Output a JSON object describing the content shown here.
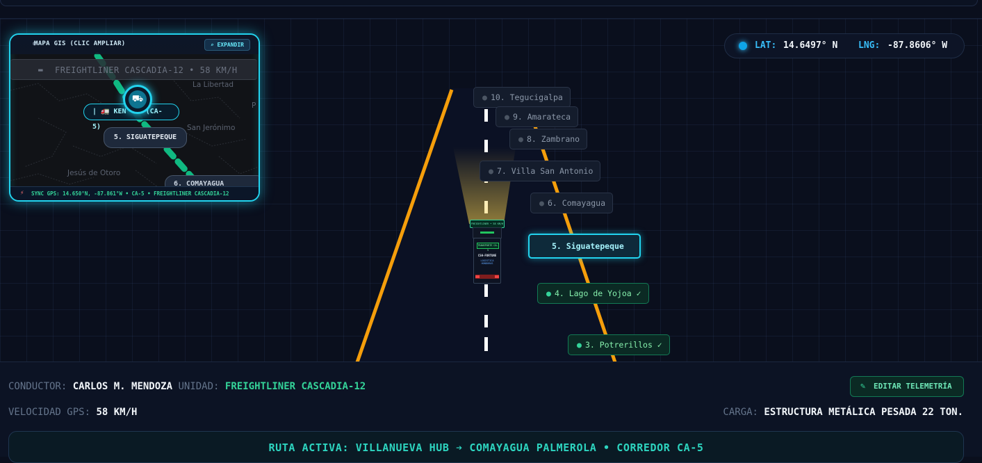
{
  "minimap": {
    "title": "MAPA GIS (CLIC AMPLIAR)",
    "title_icon": "globe-icon",
    "expand_label": "EXPANDIR",
    "expand_icon": "search-icon",
    "unit_banner": "FREIGHTLINER CASCADIA-12 • 58 KM/H",
    "unit_banner_icon": "truck-icon",
    "places": [
      "La Libertad",
      "San Jerónimo",
      "Jesús de Otoro",
      "P"
    ],
    "truck_chip": "| 🚛 KEN",
    "truck_chip_tail": "(CA-5)",
    "siguatepeque_chip": "5. SIGUATEPEQUE",
    "comayagua_chip": "6. COMAYAGUA",
    "footer": "SYNC GPS: 14.650°N, -87.861°W • CA-5 • FREIGHTLINER CASCADIA-12",
    "footer_icon": "bolt-icon",
    "route_color": "#10b981",
    "border_color": "#22d3ee"
  },
  "coords": {
    "lat_label": "LAT:",
    "lat_value": "14.6497° N",
    "lng_label": "LNG:",
    "lng_value": "-87.8606° W"
  },
  "waypoints": {
    "w10": "10. Tegucigalpa",
    "w9": "9. Amarateca",
    "w8": "8. Zambrano",
    "w7": "7. Villa San Antonio",
    "w6": "6. Comayagua",
    "w5": "5. Siguatepeque",
    "w4": "4. Lago de Yojoa ✓",
    "w3": "3. Potrerillos ✓"
  },
  "truck": {
    "roof_label": "FREIGHTLINER • 58 KM/H",
    "plate": "TRANSPORTE CA-5",
    "logo": "CSH-FORTUNE",
    "sub": "LOGISTICA HONDURAS"
  },
  "panel": {
    "driver_label": "CONDUCTOR:",
    "driver_value": "CARLOS M. MENDOZA",
    "unit_label": "UNIDAD:",
    "unit_value": "FREIGHTLINER CASCADIA-12",
    "speed_label": "VELOCIDAD GPS:",
    "speed_value": "58 KM/H",
    "cargo_label": "CARGA:",
    "cargo_value": "ESTRUCTURA METÁLICA PESADA 22 TON.",
    "edit_label": "EDITAR TELEMETRÍA",
    "edit_icon": "edit-icon",
    "route": "RUTA ACTIVA: VILLANUEVA HUB ➔ COMAYAGUA PALMEROLA • CORREDOR CA-5"
  },
  "colors": {
    "road_edge": "#f59e0b",
    "accent_cyan": "#22d3ee",
    "accent_green": "#34d399"
  }
}
